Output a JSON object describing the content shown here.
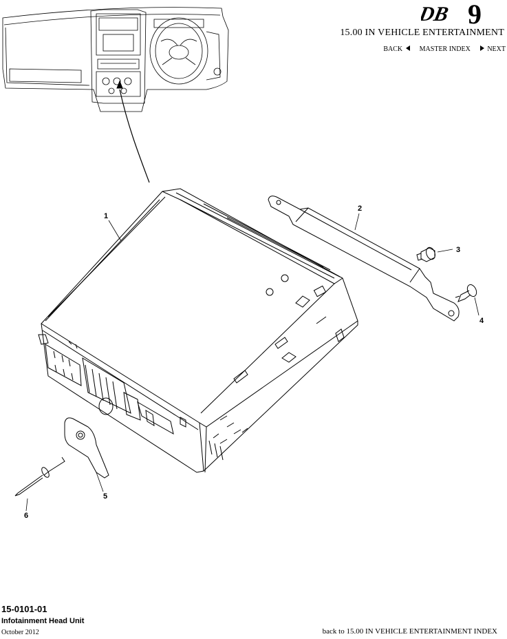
{
  "header": {
    "logo_text": "DB9",
    "section_title": "15.00 IN VEHICLE ENTERTAINMENT",
    "nav": {
      "back": "BACK",
      "master_index": "MASTER INDEX",
      "next": "NEXT"
    }
  },
  "callouts": [
    "1",
    "2",
    "3",
    "4",
    "5",
    "6"
  ],
  "footer": {
    "part_number": "15-0101-01",
    "part_name": "Infotainment Head Unit",
    "date": "October 2012",
    "back_link": "back to 15.00 IN VEHICLE ENTERTAINMENT INDEX"
  },
  "icons": [
    "arrow-left-icon",
    "arrow-right-icon"
  ]
}
